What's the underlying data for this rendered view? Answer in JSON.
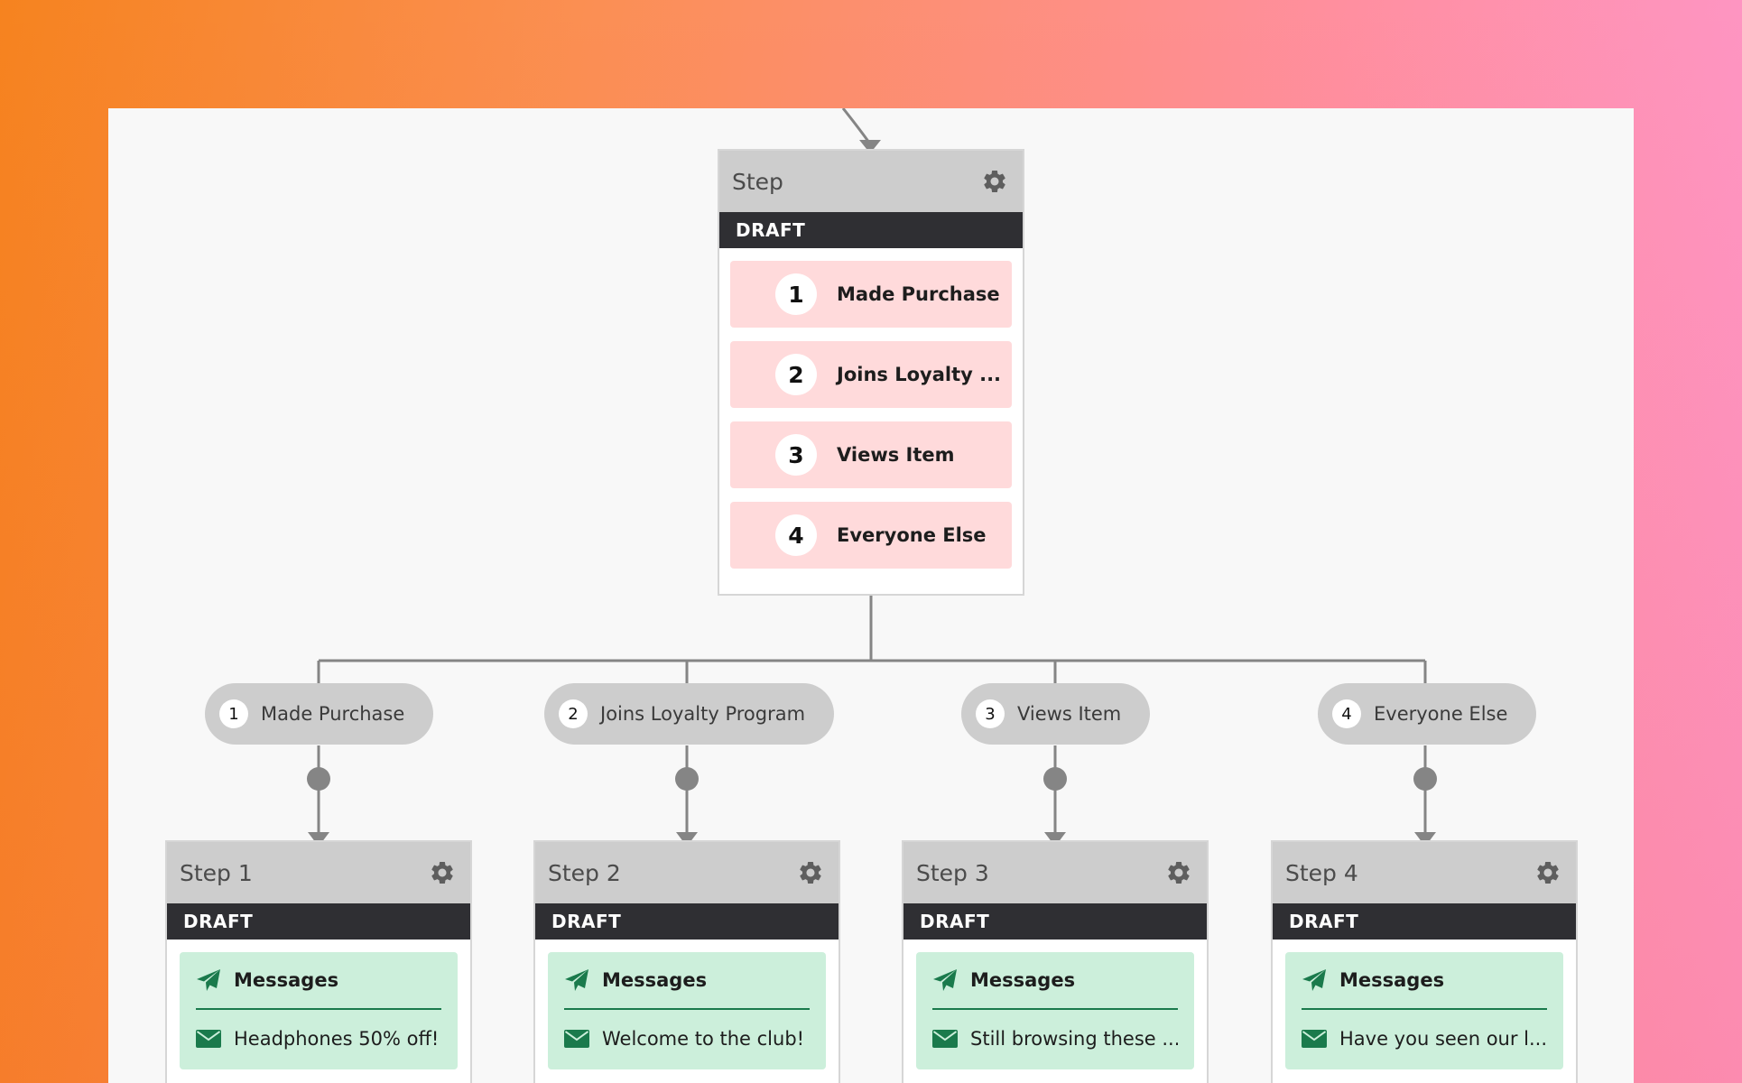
{
  "colors": {
    "card_header": "#cdcdcd",
    "draft_bar": "#2f2f33",
    "branch_bg": "#ffdadb",
    "message_bg": "#ccefdb",
    "message_accent": "#1a7a4c",
    "connector": "#858585"
  },
  "split_step": {
    "title": "Step",
    "status": "DRAFT",
    "settings_icon": "gear-icon",
    "branches": [
      {
        "number": "1",
        "label": "Made Purchase"
      },
      {
        "number": "2",
        "label": "Joins Loyalty ..."
      },
      {
        "number": "3",
        "label": "Views Item"
      },
      {
        "number": "4",
        "label": "Everyone Else"
      }
    ]
  },
  "branch_pills": [
    {
      "number": "1",
      "label": "Made Purchase"
    },
    {
      "number": "2",
      "label": "Joins Loyalty Program"
    },
    {
      "number": "3",
      "label": "Views Item"
    },
    {
      "number": "4",
      "label": "Everyone Else"
    }
  ],
  "child_steps": [
    {
      "title": "Step 1",
      "status": "DRAFT",
      "section_title": "Messages",
      "section_icon": "send-icon",
      "message_icon": "envelope-icon",
      "message": "Headphones 50% off!"
    },
    {
      "title": "Step 2",
      "status": "DRAFT",
      "section_title": "Messages",
      "section_icon": "send-icon",
      "message_icon": "envelope-icon",
      "message": "Welcome to the club!"
    },
    {
      "title": "Step 3",
      "status": "DRAFT",
      "section_title": "Messages",
      "section_icon": "send-icon",
      "message_icon": "envelope-icon",
      "message": "Still browsing these ..."
    },
    {
      "title": "Step 4",
      "status": "DRAFT",
      "section_title": "Messages",
      "section_icon": "send-icon",
      "message_icon": "envelope-icon",
      "message": "Have you seen our l..."
    }
  ]
}
